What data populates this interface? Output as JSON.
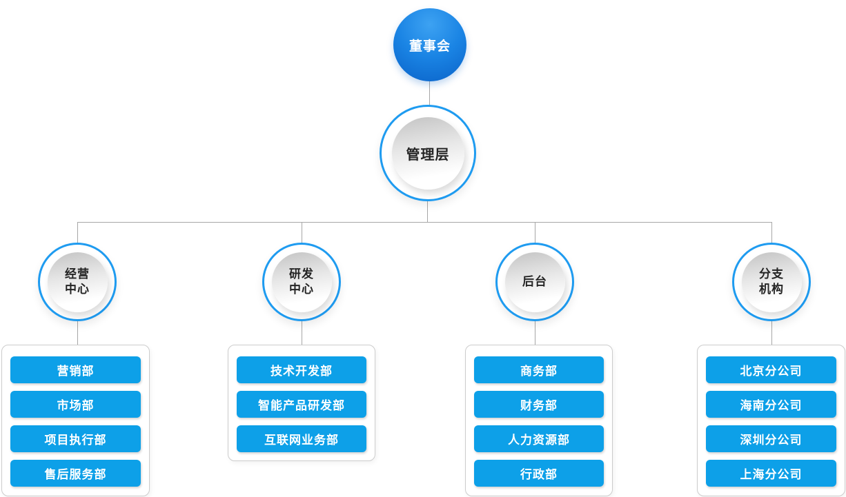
{
  "org_chart": {
    "root": {
      "label": "董事会"
    },
    "management": {
      "label": "管理层"
    },
    "branches": [
      {
        "label": "经营中心",
        "label_lines": [
          "经营",
          "中心"
        ],
        "departments": [
          "营销部",
          "市场部",
          "项目执行部",
          "售后服务部"
        ]
      },
      {
        "label": "研发中心",
        "label_lines": [
          "研发",
          "中心"
        ],
        "departments": [
          "技术开发部",
          "智能产品研发部",
          "互联网业务部"
        ]
      },
      {
        "label": "后台",
        "label_lines": [
          "后台"
        ],
        "departments": [
          "商务部",
          "财务部",
          "人力资源部",
          "行政部"
        ]
      },
      {
        "label": "分支机构",
        "label_lines": [
          "分支",
          "机构"
        ],
        "departments": [
          "北京分公司",
          "海南分公司",
          "深圳分公司",
          "上海分公司"
        ]
      }
    ],
    "colors": {
      "department_button": "#0DA0E8",
      "circle_ring": "#1E9BF0",
      "root_circle_top": "#3DA2F2",
      "root_circle_bottom": "#0A62C8",
      "connector_line": "#A6A6A6",
      "box_border": "#CCCCCC"
    }
  }
}
